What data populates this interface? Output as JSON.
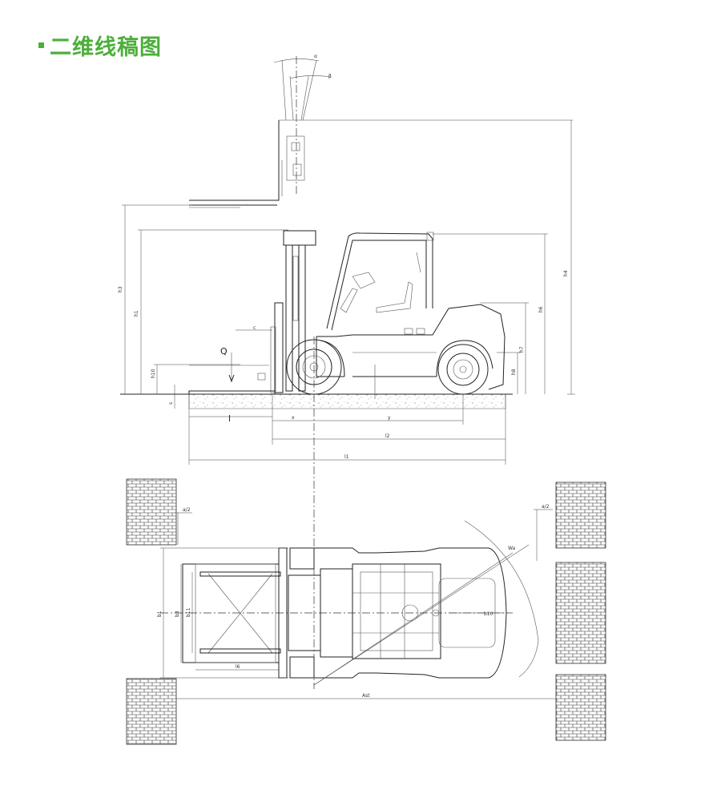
{
  "header": {
    "title": "二维线稿图"
  },
  "labels": {
    "q": "Q",
    "alpha": "α",
    "beta": "β",
    "h3": "h3",
    "h4": "h4",
    "h1": "h1",
    "h6": "h6",
    "h7": "h7",
    "h8": "h8",
    "h10": "h10",
    "l": "l",
    "x": "x",
    "y": "y",
    "l1": "l1",
    "l2": "l2",
    "s": "s",
    "c": "c",
    "a2_left": "a/2",
    "a2_right": "a/2",
    "wa": "Wa",
    "ast": "Ast",
    "b1": "b1",
    "b3": "b3",
    "b11": "b11",
    "l6": "l6",
    "b10": "b10"
  },
  "colors": {
    "accent": "#4caf3a",
    "line": "#222222"
  }
}
